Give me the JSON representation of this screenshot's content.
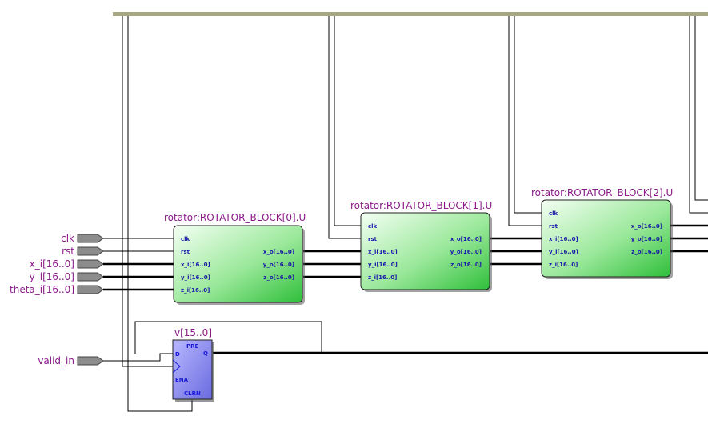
{
  "inputs": {
    "clk": "clk",
    "rst": "rst",
    "x_i": "x_i[16..0]",
    "y_i": "y_i[16..0]",
    "theta_i": "theta_i[16..0]",
    "valid_in": "valid_in"
  },
  "blocks": [
    {
      "title": "rotator:ROTATOR_BLOCK[0].U",
      "in_pins": [
        "clk",
        "rst",
        "x_i[16..0]",
        "y_i[16..0]",
        "z_i[16..0]"
      ],
      "out_pins": [
        "x_o[16..0]",
        "y_o[16..0]",
        "z_o[16..0]"
      ]
    },
    {
      "title": "rotator:ROTATOR_BLOCK[1].U",
      "in_pins": [
        "clk",
        "rst",
        "x_i[16..0]",
        "y_i[16..0]",
        "z_i[16..0]"
      ],
      "out_pins": [
        "x_o[16..0]",
        "y_o[16..0]",
        "z_o[16..0]"
      ]
    },
    {
      "title": "rotator:ROTATOR_BLOCK[2].U",
      "in_pins": [
        "clk",
        "rst",
        "x_i[16..0]",
        "y_i[16..0]",
        "z_i[16..0]"
      ],
      "out_pins": [
        "x_o[16..0]",
        "y_o[16..0]",
        "z_o[16..0]"
      ]
    }
  ],
  "register": {
    "title": "v[15..0]",
    "pins": {
      "pre": "PRE",
      "d": "D",
      "q": "Q",
      "ena": "ENA",
      "clrn": "CLRN"
    }
  },
  "colors": {
    "block_fill_start": "#f2fff2",
    "block_fill_end": "#3cc43c",
    "register_fill": "#7a7ae8",
    "label": "#8a1a8a",
    "bus_top": "#a8a880"
  }
}
